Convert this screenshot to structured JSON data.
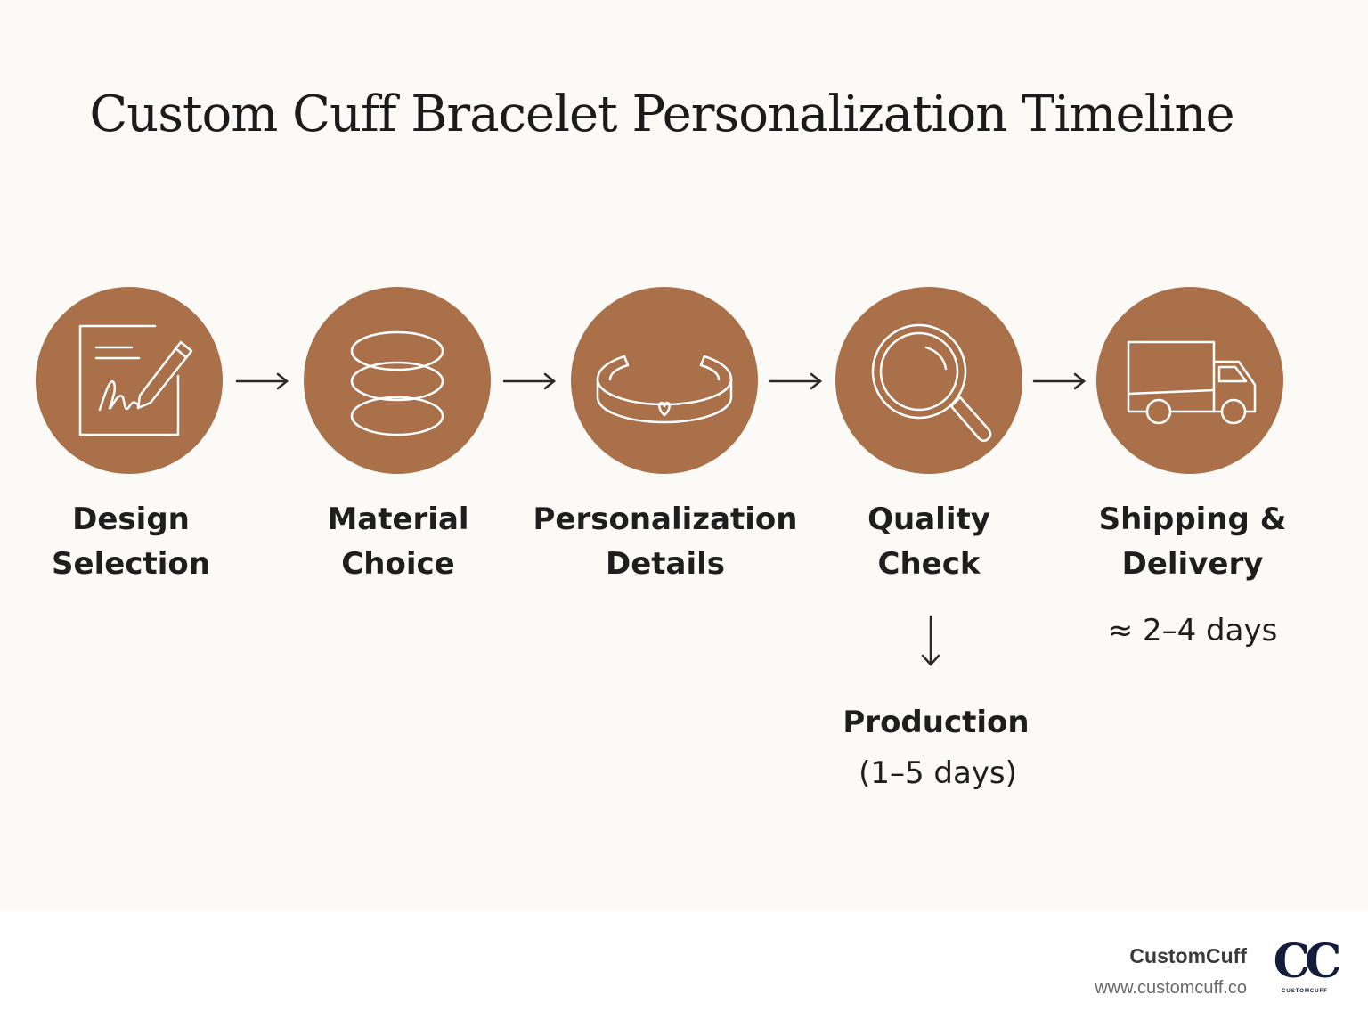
{
  "title": "Custom Cuff Bracelet Personalization Timeline",
  "colors": {
    "circle": "#a9704a",
    "icon_stroke": "#ffffff",
    "text": "#1e1e1e",
    "background": "#fbfaf7"
  },
  "steps": [
    {
      "icon": "signature-document-icon",
      "label_line1": "Design",
      "label_line2": "Selection"
    },
    {
      "icon": "stacked-discs-icon",
      "label_line1": "Material",
      "label_line2": "Choice"
    },
    {
      "icon": "cuff-bracelet-heart-icon",
      "label_line1": "Personalization",
      "label_line2": "Details"
    },
    {
      "icon": "magnifying-glass-icon",
      "label_line1": "Quality",
      "label_line2": "Check"
    },
    {
      "icon": "delivery-truck-icon",
      "label_line1": "Shipping &",
      "label_line2": "Delivery"
    }
  ],
  "production": {
    "label": "Production",
    "duration": "(1–5 days)"
  },
  "shipping_note": "≈ 2–4 days",
  "footer": {
    "brand_name": "CustomCuff",
    "url": "www.customcuff.co",
    "logo_mark": "CC",
    "logo_text": "CUSTOMCUFF"
  }
}
